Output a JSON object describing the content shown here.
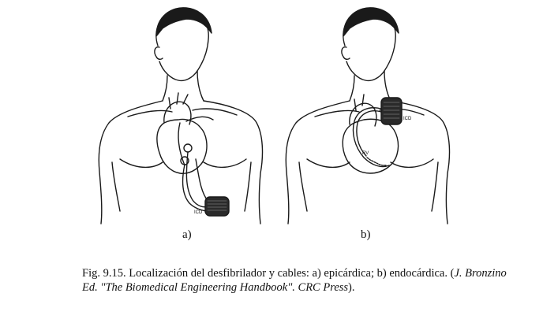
{
  "figure_a": {
    "label": "a)",
    "device_label": "ICD"
  },
  "figure_b": {
    "label": "b)",
    "device_label": "ICD",
    "chamber_label": "RV"
  },
  "caption": {
    "main": "Fig. 9.15. Localización del desfibrilador y cables: a) epicárdica; b) endocárdica. (",
    "italic_1": "J. Bronzino Ed. \"The Biomedical Engineering Handbook\". CRC Press",
    "end": ")."
  }
}
